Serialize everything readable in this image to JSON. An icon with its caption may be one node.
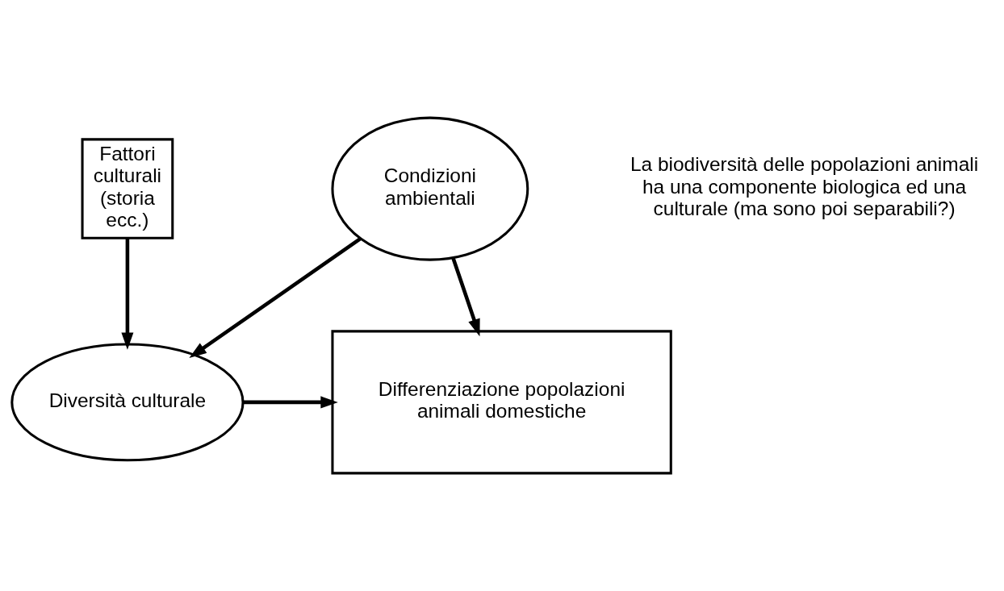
{
  "diagram": {
    "nodes": [
      {
        "text": [
          "Condizioni ambientali"
        ]
      },
      {
        "text": [
          "Fattori culturali (storia ecc.)"
        ]
      },
      {
        "text": [
          "Diversità culturale"
        ]
      },
      {
        "text": [
          "Differenziazione popolazioni animali domestiche"
        ]
      }
    ],
    "edges": [
      {
        "from": 0,
        "to": 2,
        "arrow": "to"
      },
      {
        "from": 0,
        "to": 3,
        "arrow": "to"
      },
      {
        "from": 1,
        "to": 2,
        "arrow": "to"
      },
      {
        "from": 2,
        "to": 3,
        "arrow": "to"
      }
    ],
    "labels": [
      "La biodiversità delle popolazioni animali ha una componente biologica ed una culturale (ma sono poi separabili?)"
    ]
  }
}
